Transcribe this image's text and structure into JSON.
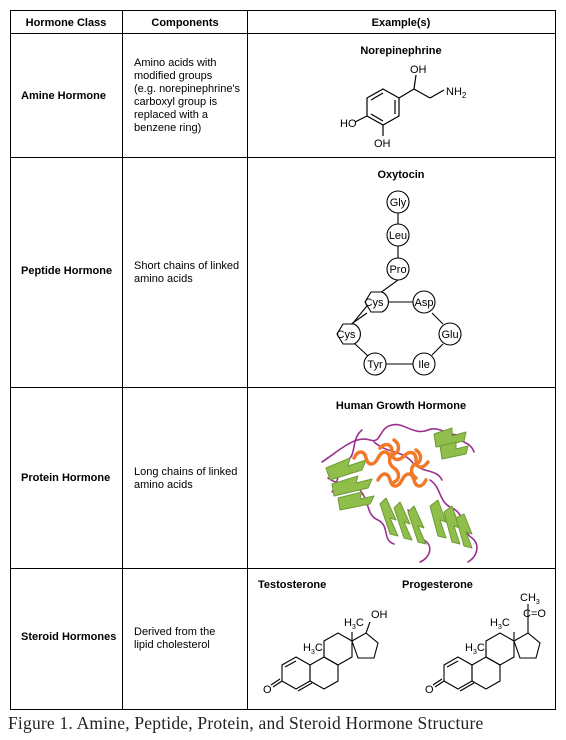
{
  "header": {
    "col_class": "Hormone Class",
    "col_components": "Components",
    "col_examples": "Example(s)"
  },
  "rows": [
    {
      "class": "Amine Hormone",
      "components": [
        "Amino acids with",
        "modified groups",
        "(e.g. norepinephrine's",
        "carboxyl group is",
        "replaced with a",
        "benzene ring)"
      ],
      "example_title": "Norepinephrine",
      "labels": {
        "oh_top": "OH",
        "nh2": "NH",
        "nh2_sub": "2",
        "ho": "HO",
        "oh_bottom": "OH"
      }
    },
    {
      "class": "Peptide Hormone",
      "components": [
        "Short chains of linked",
        "amino acids"
      ],
      "example_title": "Oxytocin",
      "residues": [
        "Gly",
        "Leu",
        "Pro",
        "Cys",
        "Asp",
        "Cys",
        "Glu",
        "Tyr",
        "Ile"
      ]
    },
    {
      "class": "Protein Hormone",
      "components": [
        "Long chains of linked",
        "amino acids"
      ],
      "example_title": "Human Growth Hormone"
    },
    {
      "class": "Steroid Hormones",
      "components": [
        "Derived from the",
        "lipid cholesterol"
      ],
      "example_title_1": "Testosterone",
      "example_title_2": "Progesterone",
      "labels": {
        "h3c": "H",
        "h3c_sub": "3",
        "h3c_c": "C",
        "oh": "OH",
        "o": "O",
        "ch3": "CH",
        "ch3_sub": "3",
        "c_eq_o": "C=O"
      }
    }
  ],
  "caption": "Figure 1. Amine, Peptide, Protein, and Steroid Hormone Structure",
  "colors": {
    "helix": "#f07a2a",
    "sheet": "#8fbf4a",
    "coil": "#9b2f8f",
    "border": "#000000"
  }
}
